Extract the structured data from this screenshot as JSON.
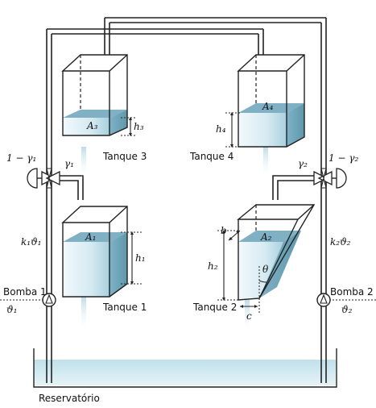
{
  "labels": {
    "tank1": "Tanque 1",
    "tank2": "Tanque 2",
    "tank3": "Tanque 3",
    "tank4": "Tanque 4",
    "reservoir": "Reservatório",
    "pump1": "Bomba 1",
    "pump2": "Bomba 2",
    "a1": "A₁",
    "a2": "A₂",
    "a3": "A₃",
    "a4": "A₄",
    "h1": "h₁",
    "h2": "h₂",
    "h3": "h₃",
    "h4": "h₄",
    "gamma1": "γ₁",
    "gamma2": "γ₂",
    "one_minus_gamma1": "1 − γ₁",
    "one_minus_gamma2": "1 − γ₂",
    "k1v1": "k₁ϑ₁",
    "k2v2": "k₂ϑ₂",
    "v1": "ϑ₁",
    "v2": "ϑ₂",
    "b": "b",
    "c": "c",
    "theta": "θ"
  },
  "colors": {
    "water_light": "#eef7fb",
    "water_mid": "#cfe6f0",
    "water_dark": "#8fbfcf",
    "water_top": "#6b9fb3",
    "line": "#222222"
  }
}
